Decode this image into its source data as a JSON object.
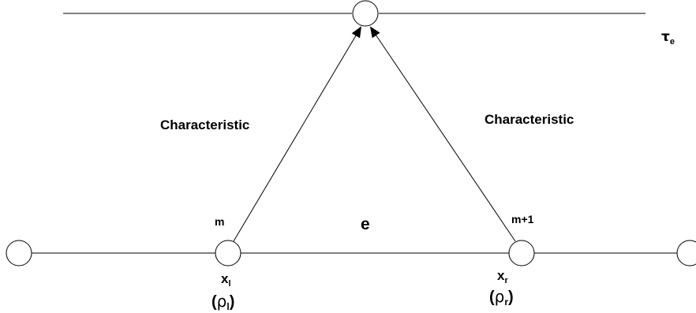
{
  "diagram": {
    "time_level_label": {
      "main": "τ",
      "sub": "e"
    },
    "left_characteristic_label": "Characteristic",
    "right_characteristic_label": "Characteristic",
    "left_node_label": "m",
    "right_node_label": "m+1",
    "element_label": "e",
    "left_position_label": {
      "main": "x",
      "sub": "l"
    },
    "right_position_label": {
      "main": "x",
      "sub": "r"
    },
    "left_density_label": {
      "open": "(",
      "main": "ρ",
      "sub": "l",
      "close": ")"
    },
    "right_density_label": {
      "open": "(",
      "main": "ρ",
      "sub": "r",
      "close": ")"
    },
    "colors": {
      "stroke": "#000000",
      "background": "#ffffff"
    }
  }
}
